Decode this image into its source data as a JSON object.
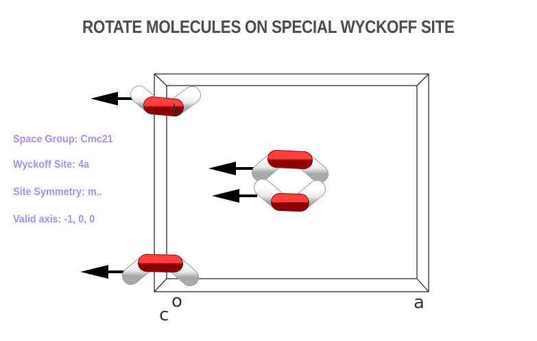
{
  "title": "ROTATE MOLECULES ON SPECIAL WYCKOFF SITE",
  "info": {
    "space_group": "Space Group: Cmc21",
    "wyckoff_site": "Wyckoff Site: 4a",
    "site_symmetry": "Site Symmetry: m..",
    "valid_axis": "Valid axis: -1, 0, 0"
  },
  "axes": {
    "origin": "o",
    "a": "a",
    "b": "b",
    "c": "c"
  },
  "colors": {
    "oxygen": "#e0000b",
    "hydrogen": "#f2f2f2",
    "arrow": "#000000",
    "info_text": "#a78ef0",
    "title": "#4b4b4b"
  },
  "molecules": [
    {
      "name": "water-molecule-top-left"
    },
    {
      "name": "water-molecule-center-upper"
    },
    {
      "name": "water-molecule-center-lower"
    },
    {
      "name": "water-molecule-bottom-left"
    }
  ]
}
